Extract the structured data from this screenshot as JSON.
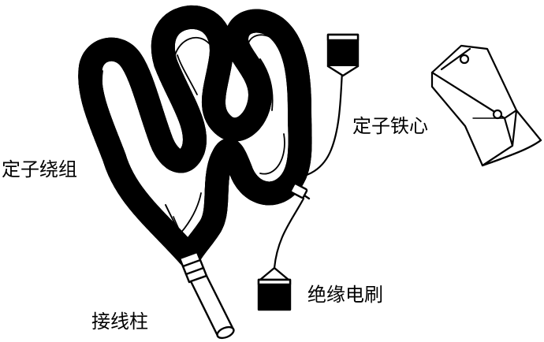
{
  "labels": {
    "winding": "定子绕组",
    "core": "定子铁心",
    "brush": "绝缘电刷",
    "terminal": "接线柱"
  },
  "colors": {
    "ink": "#000000",
    "paper": "#ffffff"
  }
}
